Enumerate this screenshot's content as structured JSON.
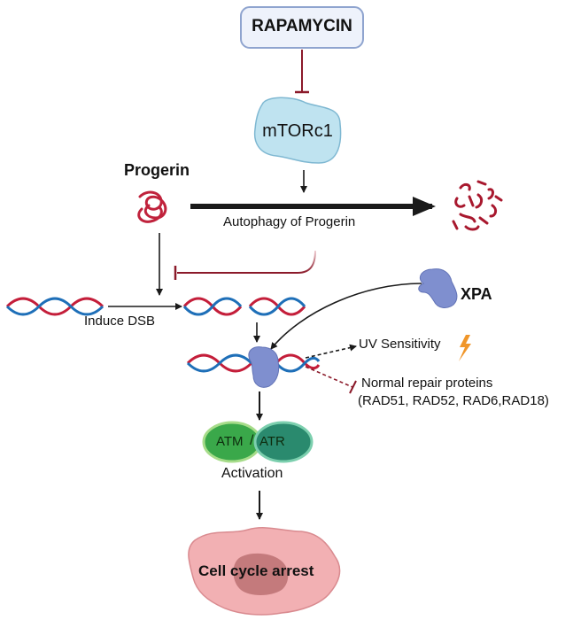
{
  "nodes": {
    "rapamycin": "RAPAMYCIN",
    "mtorc1": "mTORc1",
    "progerin": "Progerin",
    "autophagy": "Autophagy of Progerin",
    "induce_dsb": "Induce DSB",
    "xpa": "XPA",
    "uv_sensitivity": "UV Sensitivity",
    "repair_title": "Normal repair proteins",
    "repair_list": "(RAD51, RAD52, RAD6,RAD18)",
    "atm": "ATM",
    "atr": "ATR",
    "activation": "Activation",
    "cell_cycle_arrest": "Cell cycle arrest"
  },
  "colors": {
    "inhibition": "#8b1a2a",
    "dna_red": "#c41e3a",
    "dna_blue": "#1e6fb8",
    "protein": "#7f8fcf",
    "progerin": "#c0223c",
    "atm_fill": "#3aa84a",
    "atr_fill": "#2a8a6e",
    "cell_fill": "#f2b0b3",
    "cell_nucleus": "#c47a7c",
    "mtor_fill": "#bfe3f0",
    "lightning": "#f0962a"
  }
}
